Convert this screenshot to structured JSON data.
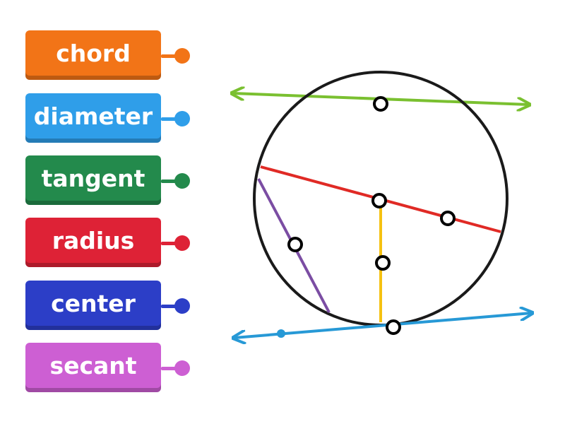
{
  "terms": [
    {
      "label": "chord",
      "color": "#f27417"
    },
    {
      "label": "diameter",
      "color": "#2f9ee9"
    },
    {
      "label": "tangent",
      "color": "#238a4c"
    },
    {
      "label": "radius",
      "color": "#de2236"
    },
    {
      "label": "center",
      "color": "#2c3ec7"
    },
    {
      "label": "secant",
      "color": "#cd5fd3"
    }
  ],
  "diagram": {
    "circle_color": "#1a1a1a",
    "secant_color": "#7ac030",
    "diameter_color": "#e02a25",
    "radius_color": "#f5c111",
    "chord_color": "#7b4da3",
    "tangent_color": "#2799d6"
  }
}
